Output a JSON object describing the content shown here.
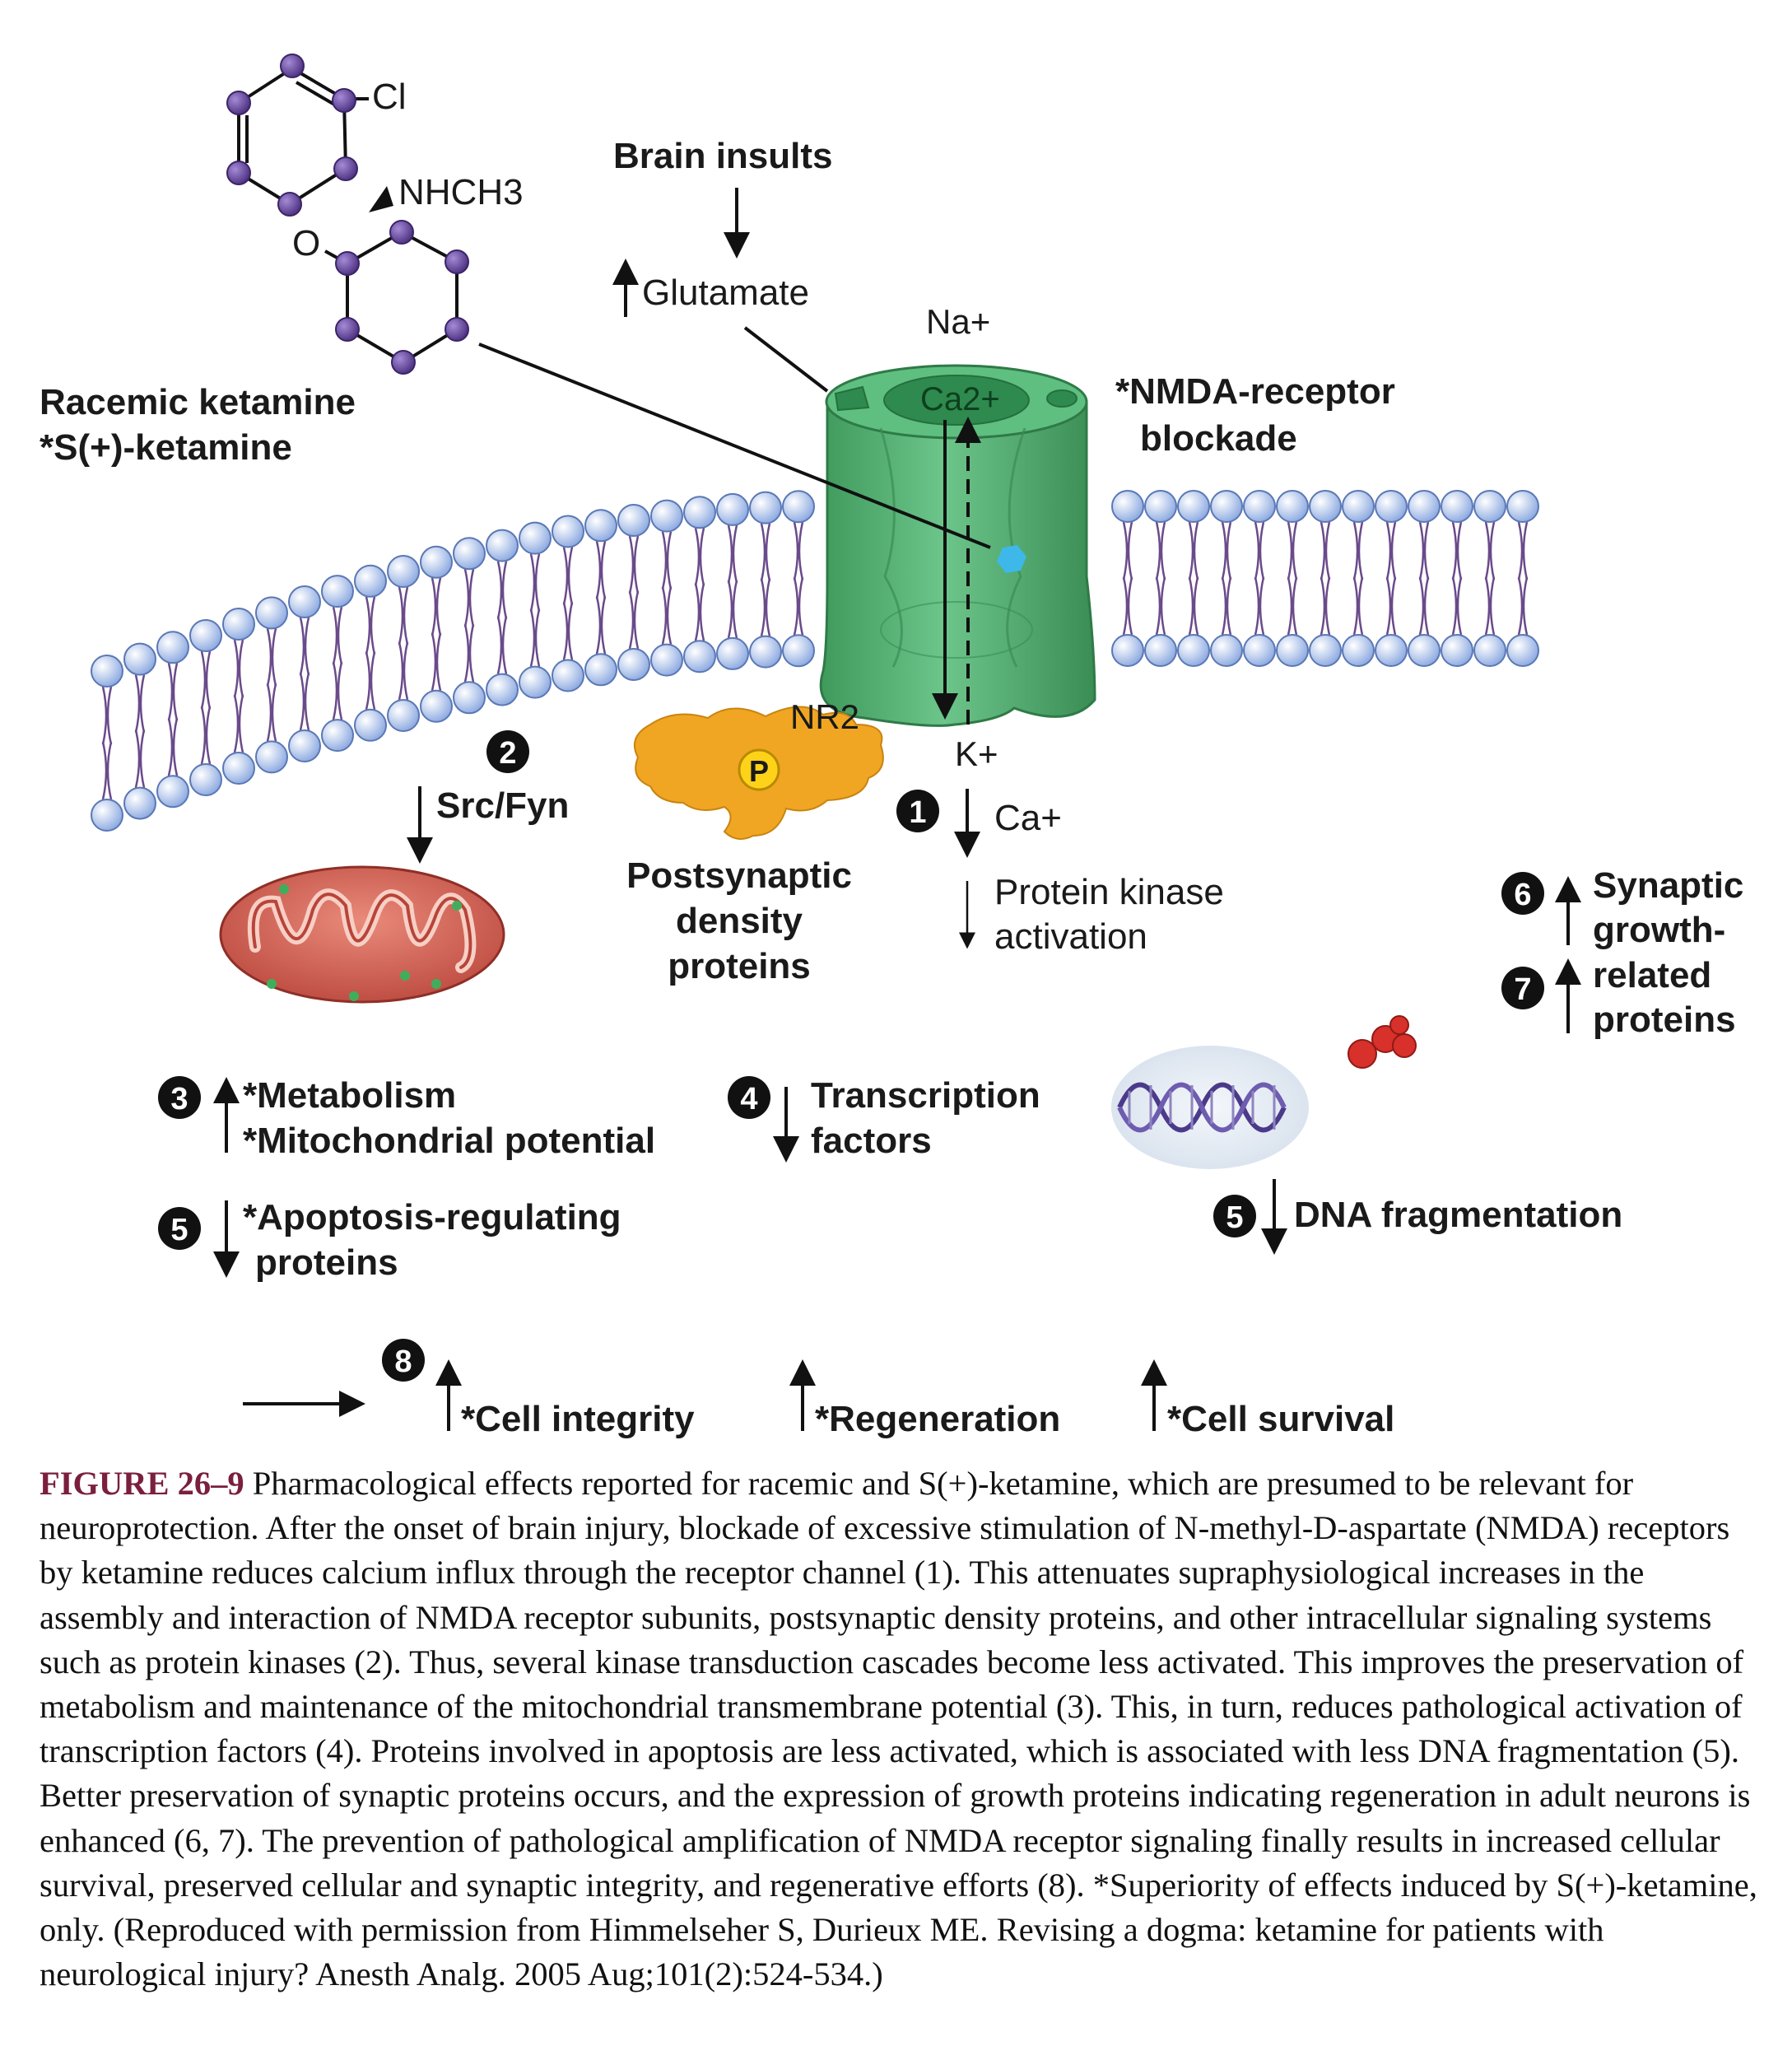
{
  "ions": {
    "na": "Na+",
    "ca2": "Ca2+",
    "k": "K+",
    "ca": "Ca+"
  },
  "molecule": {
    "cl": "Cl",
    "nhch3": "NHCH3",
    "o": "O"
  },
  "labels": {
    "racemic": "Racemic ketamine",
    "s_ketamine": "*S(+)-ketamine",
    "brain_insults": "Brain insults",
    "glutamate": "Glutamate",
    "nmda_1": "*NMDA-receptor",
    "nmda_2": "blockade",
    "nr2": "NR2",
    "p": "P",
    "src_fyn": "Src/Fyn",
    "psd_1": "Postsynaptic",
    "psd_2": "density",
    "psd_3": "proteins",
    "pk_1": "Protein kinase",
    "pk_2": "activation",
    "syn_1": "Synaptic",
    "syn_2": "growth-",
    "syn_3": "related",
    "syn_4": "proteins",
    "metab": "*Metabolism",
    "mito": "*Mitochondrial potential",
    "tf_1": "Transcription",
    "tf_2": "factors",
    "apop_1": "*Apoptosis-regulating",
    "apop_2": "proteins",
    "dna": "DNA fragmentation",
    "cell_integrity": "*Cell integrity",
    "regeneration": "*Regeneration",
    "cell_survival": "*Cell survival"
  },
  "steps": {
    "s1": "1",
    "s2": "2",
    "s3": "3",
    "s4": "4",
    "s5a": "5",
    "s5b": "5",
    "s6": "6",
    "s7": "7",
    "s8": "8"
  },
  "caption": {
    "figure_label": "FIGURE 26–9",
    "text": " Pharmacological effects reported for racemic and S(+)-ketamine, which are presumed to be relevant for neuroprotection. After the onset of brain injury, blockade of excessive stimulation of N-methyl-D-aspartate (NMDA) receptors by ketamine reduces calcium influx through the receptor channel (1). This attenuates supraphysiological increases in the assembly and interaction of NMDA receptor subunits, postsynaptic density proteins, and other intracellular signaling systems such as protein kinases (2). Thus, several kinase transduction cascades become less activated. This improves the preservation of metabolism and maintenance of the mitochondrial transmembrane potential (3). This, in turn, reduces pathological activation of transcription factors (4). Proteins involved in apoptosis are less activated, which is associated with less DNA fragmentation (5). Better preservation of synaptic proteins occurs, and the expression of growth proteins indicating regeneration in adult neurons is enhanced (6, 7). The prevention of pathological amplification of NMDA receptor signaling finally results in increased cellular survival, preserved cellular and synaptic integrity, and regenerative efforts (8). *Superiority of effects induced by S(+)-ketamine, only. (Reproduced with permission from Himmelseher S, Durieux ME. Revising a dogma: ketamine for patients with neurological injury? Anesth Analg. 2005 Aug;101(2):524-534.)"
  },
  "colors": {
    "receptor": "#4fae6e",
    "membrane_head": "#a9c1ea",
    "psd_protein": "#f0a623",
    "mitochondrion": "#c9564a",
    "atom": "#5b3f8f",
    "binding_site": "#3db8e8",
    "caption_label": "#7a1f3d"
  }
}
